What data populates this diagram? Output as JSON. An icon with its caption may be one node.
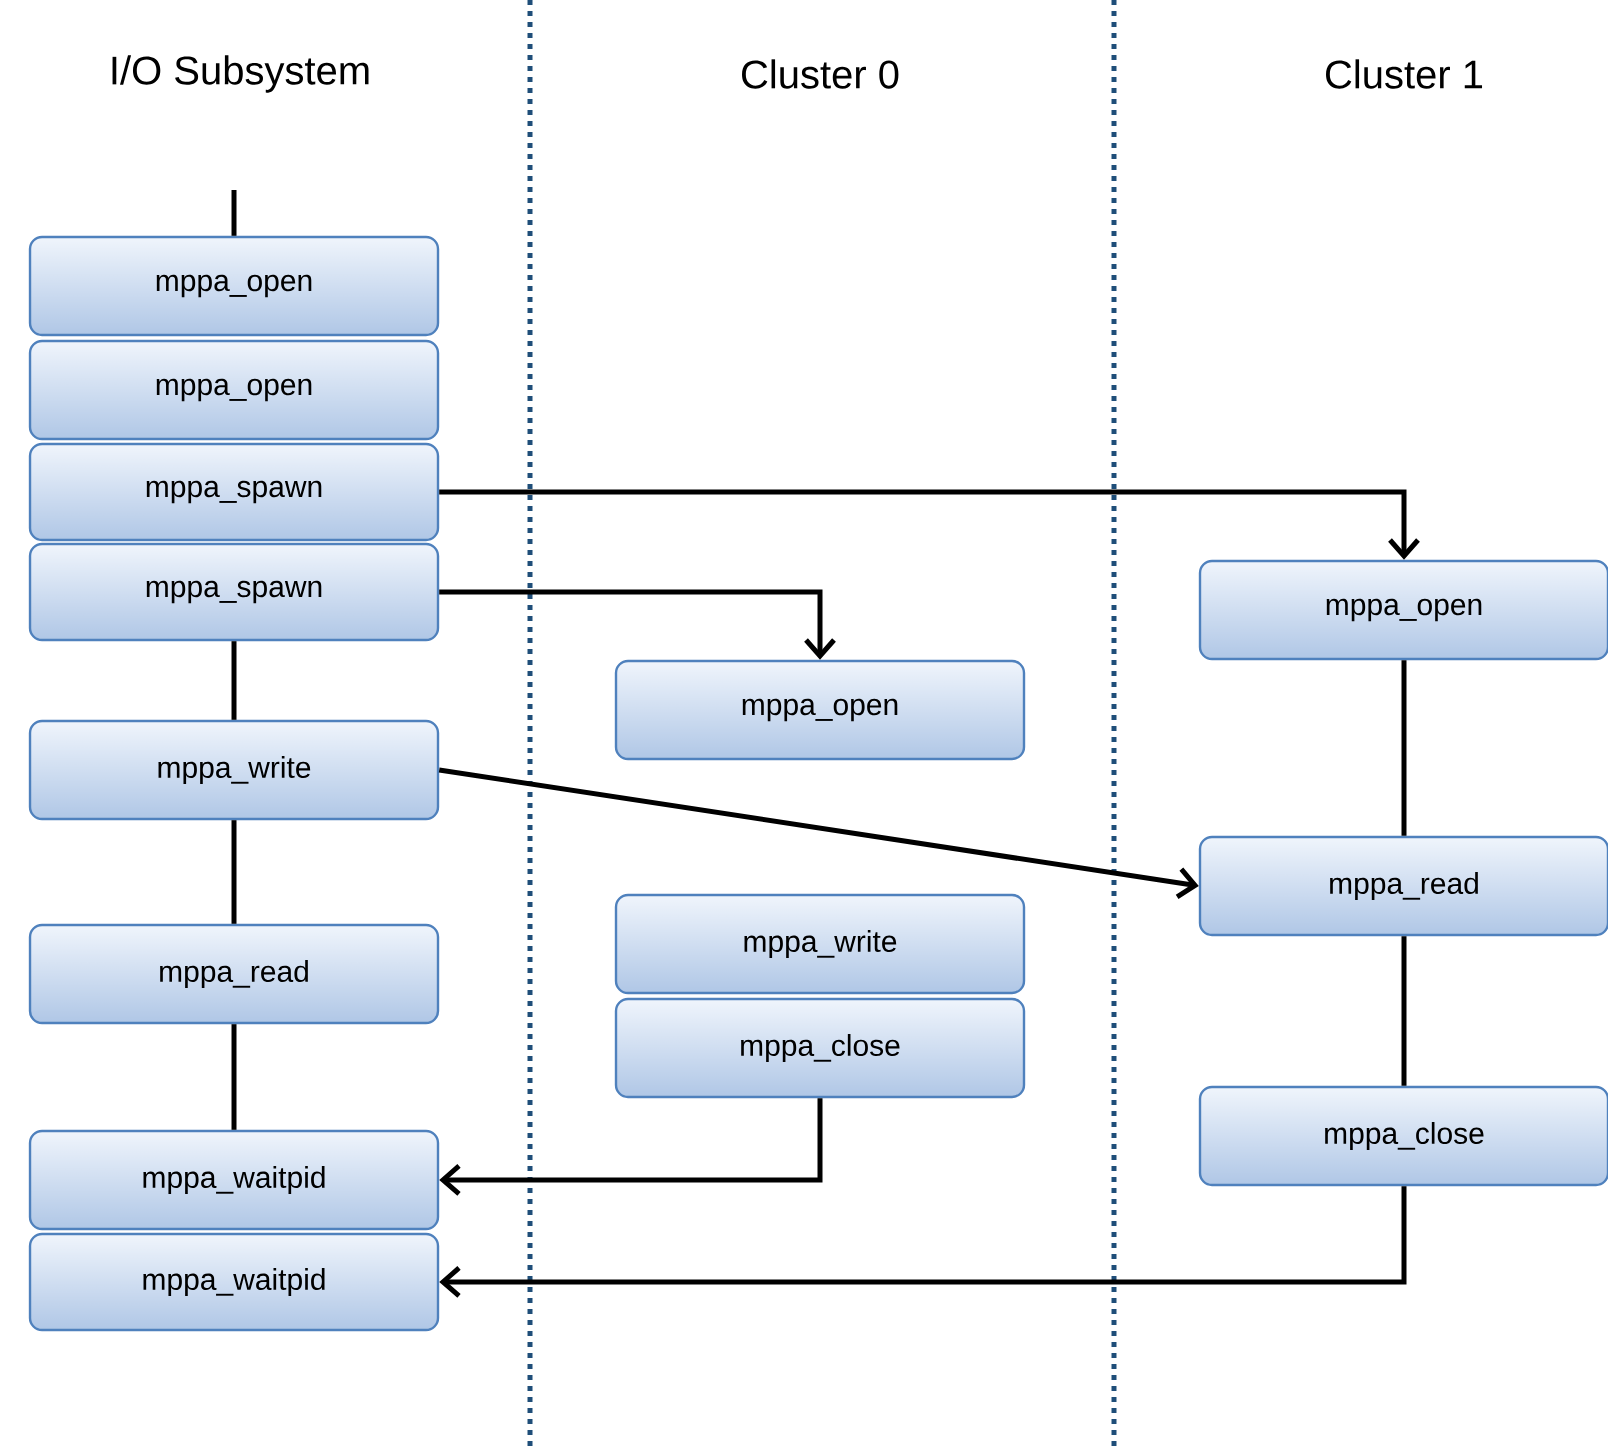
{
  "diagram": {
    "nodes": [
      {
        "text": [
          "mppa_open"
        ]
      },
      {
        "text": [
          "mppa_open"
        ]
      },
      {
        "text": [
          "mppa_spawn"
        ]
      },
      {
        "text": [
          "mppa_spawn"
        ]
      },
      {
        "text": [
          "mppa_write"
        ]
      },
      {
        "text": [
          "mppa_read"
        ]
      },
      {
        "text": [
          "mppa_waitpid"
        ]
      },
      {
        "text": [
          "mppa_waitpid"
        ]
      },
      {
        "text": [
          "mppa_open"
        ]
      },
      {
        "text": [
          "mppa_write"
        ]
      },
      {
        "text": [
          "mppa_close"
        ]
      },
      {
        "text": [
          "mppa_open"
        ]
      },
      {
        "text": [
          "mppa_read"
        ]
      },
      {
        "text": [
          "mppa_close"
        ]
      }
    ],
    "edges": [
      {
        "from": null,
        "to": 0,
        "arrow": "none"
      },
      {
        "from": 3,
        "to": 4,
        "arrow": "none"
      },
      {
        "from": 4,
        "to": 5,
        "arrow": "none"
      },
      {
        "from": 5,
        "to": 6,
        "arrow": "none"
      },
      {
        "from": 11,
        "to": 12,
        "arrow": "none"
      },
      {
        "from": 12,
        "to": 13,
        "arrow": "none"
      },
      {
        "from": 2,
        "to": 11,
        "arrow": "to"
      },
      {
        "from": 3,
        "to": 8,
        "arrow": "to"
      },
      {
        "from": 4,
        "to": 12,
        "arrow": "to"
      },
      {
        "from": 10,
        "to": 6,
        "arrow": "to"
      },
      {
        "from": 13,
        "to": 7,
        "arrow": "to"
      }
    ],
    "labels": [
      "I/O Subsystem",
      "Cluster 0",
      "Cluster 1"
    ]
  }
}
